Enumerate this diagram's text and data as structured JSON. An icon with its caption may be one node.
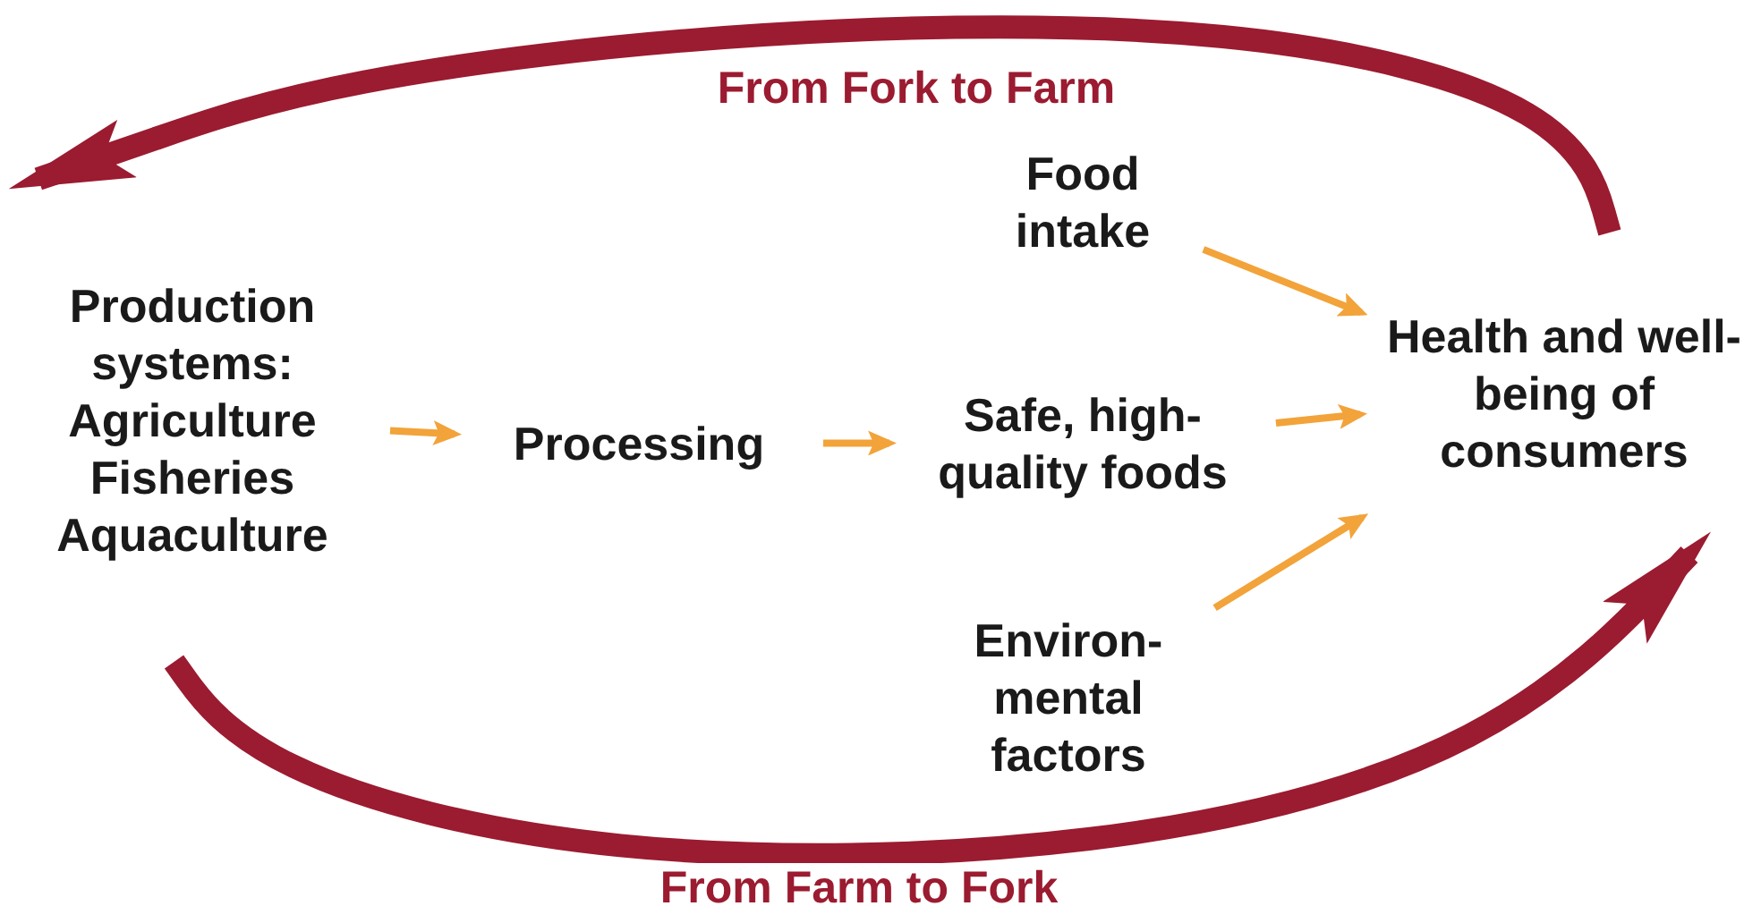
{
  "diagram": {
    "nodes": [
      {
        "text": [
          "Production systems: Agriculture Fisheries Aquaculture"
        ]
      },
      {
        "text": [
          "Processing"
        ]
      },
      {
        "text": [
          "Safe, high-quality foods"
        ]
      },
      {
        "text": [
          "Health and well-being of consumers"
        ]
      },
      {
        "text": [
          "Food intake"
        ]
      },
      {
        "text": [
          "Environ- mental factors"
        ]
      }
    ],
    "edges": [
      {
        "from": 0,
        "to": 1,
        "arrow": "to"
      },
      {
        "from": 1,
        "to": 2,
        "arrow": "to"
      },
      {
        "from": 2,
        "to": 3,
        "arrow": "to"
      },
      {
        "from": 4,
        "to": 3,
        "arrow": "to"
      },
      {
        "from": 5,
        "to": 3,
        "arrow": "to"
      },
      {
        "from": 3,
        "to": 0,
        "arrow": "to",
        "label": "From Fork to Farm",
        "style": "thick",
        "color": "#9b1b30"
      },
      {
        "from": 0,
        "to": 3,
        "arrow": "to",
        "label": "From Farm to Fork",
        "style": "thick",
        "color": "#9b1b30"
      }
    ]
  }
}
